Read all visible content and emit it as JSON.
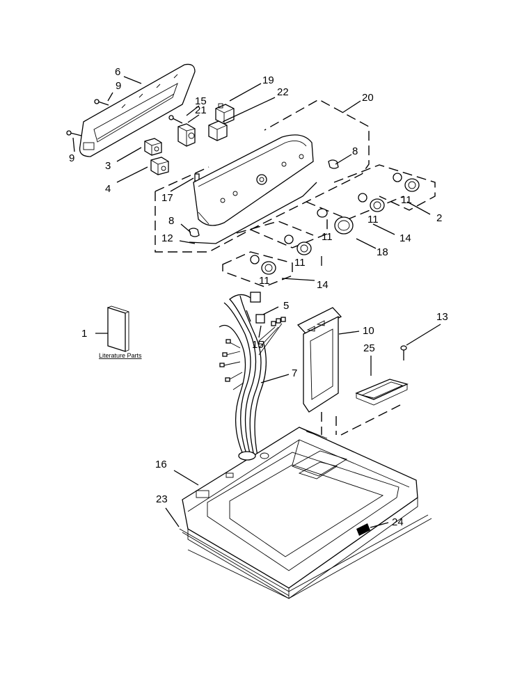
{
  "diagram": {
    "callouts": {
      "c1": "1",
      "c2": "2",
      "c3": "3",
      "c4": "4",
      "c5": "5",
      "c6": "6",
      "c7": "7",
      "c8a": "8",
      "c8b": "8",
      "c9a": "9",
      "c9b": "9",
      "c10": "10",
      "c11a": "11",
      "c11b": "11",
      "c11c": "11",
      "c11d": "11",
      "c11e": "11",
      "c12": "12",
      "c13": "13",
      "c14a": "14",
      "c14b": "14",
      "c15a": "15",
      "c15b": "15",
      "c16": "16",
      "c17": "17",
      "c18": "18",
      "c19": "19",
      "c20": "20",
      "c21": "21",
      "c22": "22",
      "c23": "23",
      "c24": "24",
      "c25": "25"
    },
    "literature_label": "Literature Parts"
  }
}
